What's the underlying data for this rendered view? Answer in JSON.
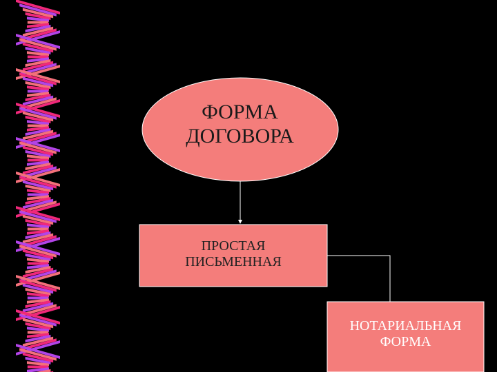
{
  "colors": {
    "background": "#000000",
    "node_fill": "#f47d7b",
    "connector": "#ffffff",
    "ribbon_pink": "#f0287a",
    "ribbon_violet": "#b244e8",
    "ribbon_salmon": "#f4707a"
  },
  "diagram": {
    "root": {
      "line1": "ФОРМА",
      "line2": "ДОГОВОРА"
    },
    "simple": {
      "line1": "ПРОСТАЯ",
      "line2": "ПИСЬМЕННАЯ"
    },
    "notarial": {
      "line1": "НОТАРИАЛЬНАЯ",
      "line2": "ФОРМА"
    }
  },
  "decoration": {
    "icon": "spiral-ribbon-border"
  }
}
